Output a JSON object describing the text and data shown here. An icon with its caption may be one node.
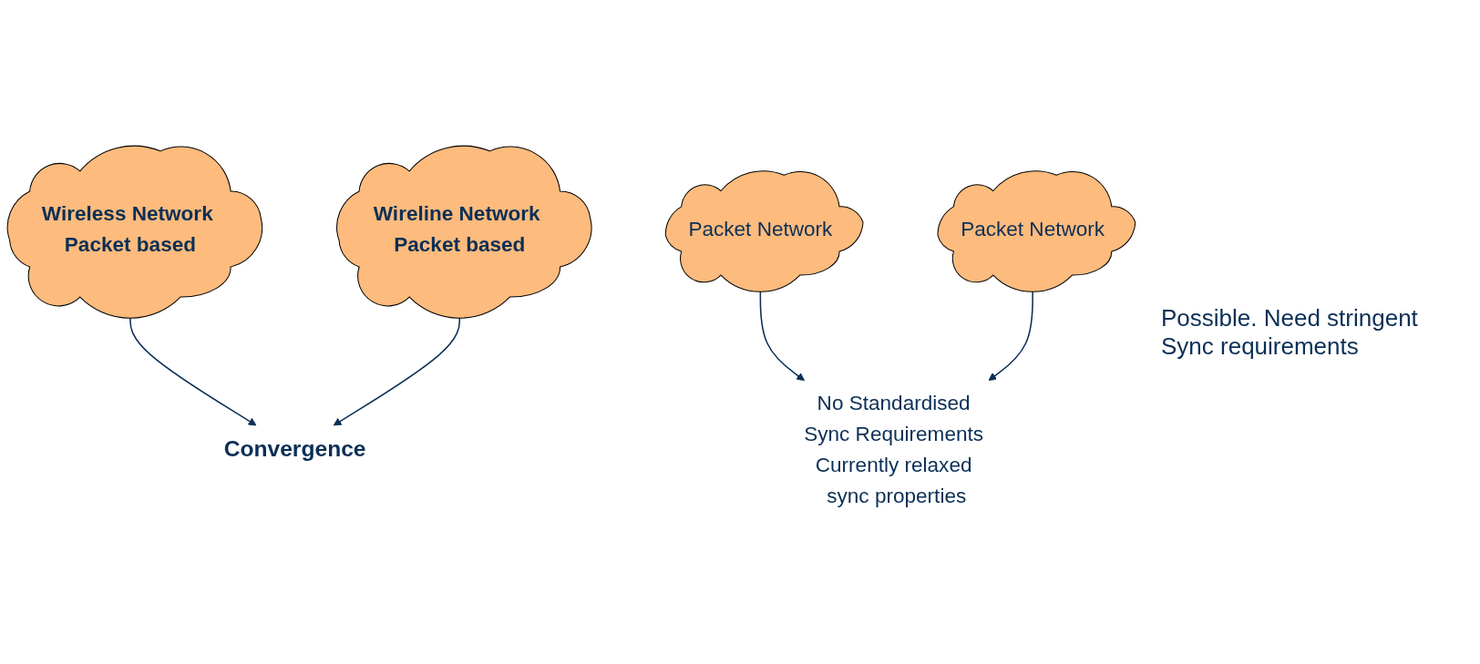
{
  "diagram": {
    "nodes": [
      {
        "text": [
          "Wireless Network Packet based"
        ]
      },
      {
        "text": [
          "Packet Network"
        ]
      },
      {
        "text": [
          "Convergence"
        ]
      },
      {
        "text": [
          "Wireline Network Packet based"
        ]
      },
      {
        "text": [
          "Packet Network"
        ]
      },
      {
        "text": [
          "No Standardised Sync Requirements Currently relaxed sync properties"
        ]
      }
    ],
    "edges": [
      {
        "from": 0,
        "to": 2,
        "arrow": "to"
      },
      {
        "from": 3,
        "to": 2,
        "arrow": "to"
      },
      {
        "from": 1,
        "to": 5,
        "arrow": "to"
      },
      {
        "from": 4,
        "to": 5,
        "arrow": "to"
      }
    ],
    "labels": [
      "Possible. Need stringent Sync requirements"
    ]
  }
}
